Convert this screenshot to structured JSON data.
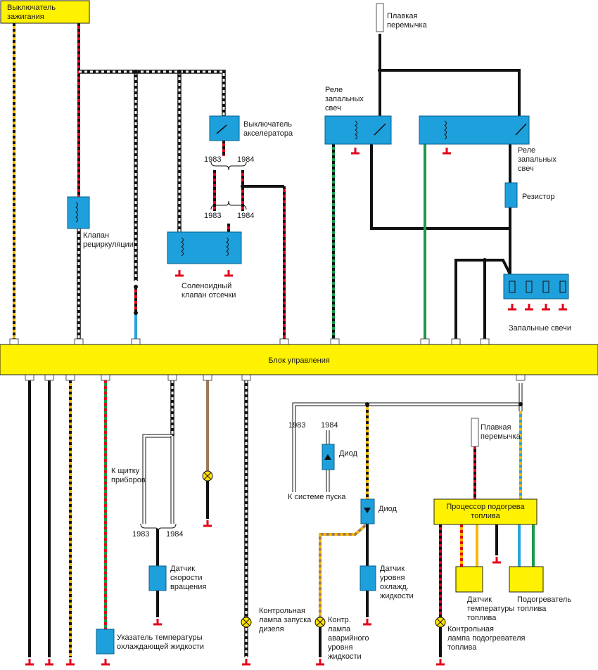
{
  "colors": {
    "component": "#1ea0dc",
    "box_yellow": "#fff200",
    "ground": "#e3001b",
    "black": "#111111",
    "red": "#e3001b",
    "yellow": "#f5b800",
    "green": "#1a9a4a",
    "blue": "#29a3dc",
    "white": "#ffffff",
    "brown": "#9b7b5b"
  },
  "ignition_switch": [
    "Выключатель",
    "зажигания"
  ],
  "control_unit": "Блок управления",
  "recirculation_valve": [
    "Клапан",
    "рециркуляции"
  ],
  "accelerator_switch": [
    "Выключатель",
    "акселератора"
  ],
  "year_1983": "1983",
  "year_1984": "1984",
  "solenoid_valve": [
    "Соленоидный",
    "клапан отсечки"
  ],
  "fuse_top": [
    "Плавкая",
    "перемычка"
  ],
  "glow_relay_1": [
    "Реле",
    "запальных",
    "свеч"
  ],
  "glow_relay_2": [
    "Реле",
    "запальных",
    "свеч"
  ],
  "resistor": "Резистор",
  "glow_plugs": "Запальные свечи",
  "dashboard": [
    "К щитку",
    "приборов"
  ],
  "speed_sensor": [
    "Датчик",
    "скорости",
    "вращения"
  ],
  "temp_gauge": [
    "Указатель температуры",
    "охлаждающей жидкости"
  ],
  "diesel_lamp": [
    "Контрольная",
    "лампа запуска",
    "дизеля"
  ],
  "starter_system": "К системе пуска",
  "diode_1": "Диод",
  "diode_2": "Диод",
  "coolant_level_sensor": [
    "Датчик",
    "уровня",
    "охлажд.",
    "жидкости"
  ],
  "warning_lamp": [
    "Контр.",
    "лампа",
    "аварийного",
    "уровня",
    "жидкости"
  ],
  "fuse_bottom": [
    "Плавкая",
    "перемычка"
  ],
  "fuel_heater_processor": [
    "Процессор подогрева",
    "топлива"
  ],
  "fuel_temp_sensor": [
    "Датчик",
    "температуры",
    "топлива"
  ],
  "fuel_heater": [
    "Подогреватель",
    "топлива"
  ],
  "fuel_heater_lamp": [
    "Контрольная",
    "лампа подогревателя",
    "топлива"
  ]
}
